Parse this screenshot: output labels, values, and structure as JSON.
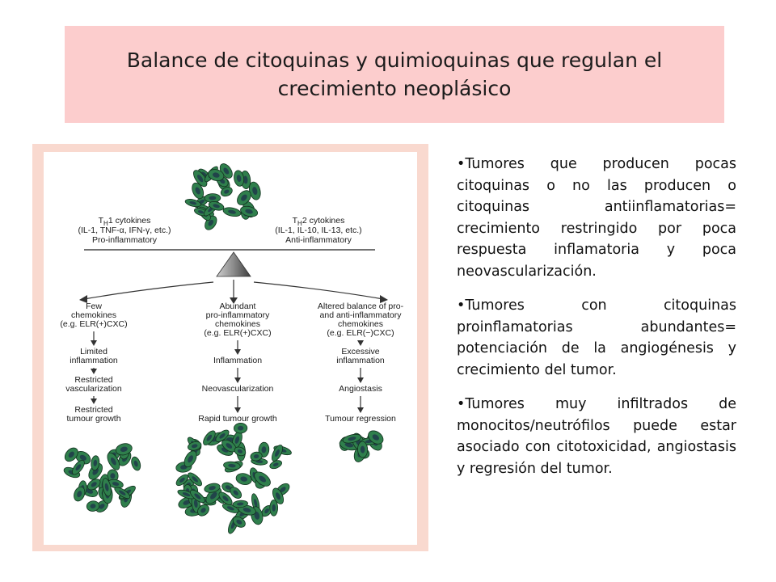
{
  "slide": {
    "title": "Balance de citoquinas y quimioquinas que regulan el crecimiento neoplásico"
  },
  "diagram": {
    "top_left": {
      "line1": "TH1 cytokines",
      "line2": "(IL-1, TNF-α, IFN-γ, etc.)",
      "line3": "Pro-inflammatory"
    },
    "top_right": {
      "line1": "TH2 cytokines",
      "line2": "(IL-1, IL-10, IL-13, etc.)",
      "line3": "Anti-inflammatory"
    },
    "columns": [
      {
        "head": [
          "Few",
          "chemokines",
          "(e.g. ELR(+)CXC)"
        ],
        "steps": [
          [
            "Limited",
            "inflammation"
          ],
          [
            "Restricted",
            "vascularization"
          ],
          [
            "Restricted",
            "tumour growth"
          ]
        ]
      },
      {
        "head": [
          "Abundant",
          "pro-inflammatory",
          "chemokines",
          "(e.g. ELR(+)CXC)"
        ],
        "steps": [
          [
            "Inflammation"
          ],
          [
            "Neovascularization"
          ],
          [
            "Rapid tumour growth"
          ]
        ]
      },
      {
        "head": [
          "Altered balance of pro-",
          "and anti-inflammatory",
          "chemokines",
          "(e.g. ELR(−)CXC)"
        ],
        "steps": [
          [
            "Excessive",
            "inflammation"
          ],
          [
            "Angiostasis"
          ],
          [
            "Tumour regression"
          ]
        ]
      }
    ],
    "colors": {
      "cell_fill": "#2f7f4c",
      "cell_nucleus": "#1f3a4a",
      "cell_outline": "#12311f",
      "frame": "#f9d9cf"
    }
  },
  "bullets": [
    "•Tumores que producen pocas citoquinas o no las producen o citoquinas antiinflamatorias= crecimiento restringido por poca respuesta inflamatoria y poca neovascularización.",
    "•Tumores con citoquinas proinflamatorias abundantes= potenciación de la angiogénesis y crecimiento del tumor.",
    "•Tumores muy infiltrados de monocitos/neutrófilos puede estar asociado con citotoxicidad, angiostasis y regresión del tumor."
  ]
}
